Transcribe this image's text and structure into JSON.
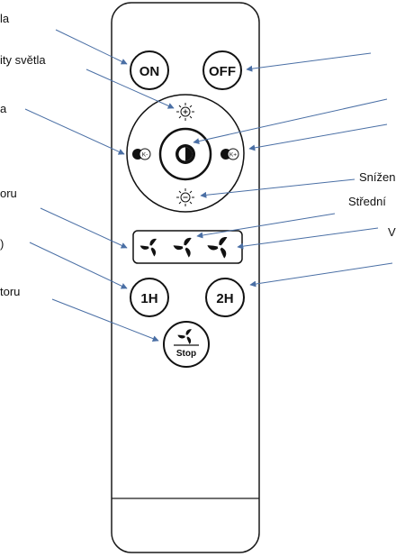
{
  "labels": {
    "left": {
      "l1": "la",
      "l2": "ity světla",
      "l3": "a",
      "l4": "oru",
      "l5": ")",
      "l6": "toru"
    },
    "right": {
      "r1": "Snížen",
      "r2": "Střední",
      "r3": "V"
    }
  },
  "remote": {
    "on_label": "ON",
    "off_label": "OFF",
    "cct_minus_label": "K-",
    "cct_plus_label": "K+",
    "timer1_label": "1H",
    "timer2_label": "2H",
    "stop_label": "Stop"
  },
  "colors": {
    "outline": "#1a1a1a",
    "arrow": "#4a6fa5",
    "text": "#111111",
    "body": "#ffffff"
  },
  "icons": [
    "brightness-up-icon",
    "brightness-down-icon",
    "light-toggle-icon",
    "fan-icon",
    "cct-dot-icon"
  ]
}
